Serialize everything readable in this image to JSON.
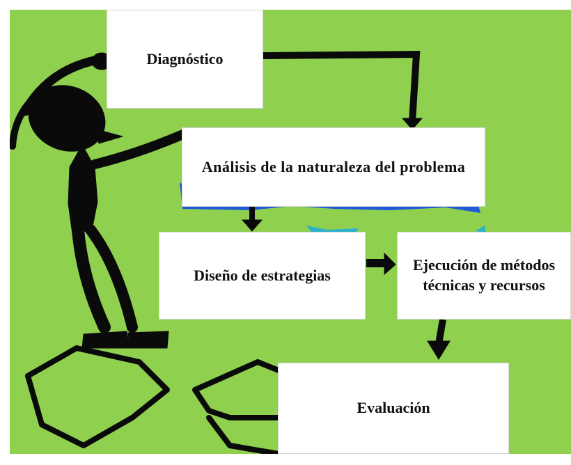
{
  "colors": {
    "background": "#8fd14f",
    "figure": "#0a0a0a",
    "accent_blue": "#1f5bd6",
    "accent_teal": "#2fb2c9",
    "box_fill": "#ffffff",
    "text": "#111111"
  },
  "illustration": {
    "figure_icon": "stick-figure-thinking-icon"
  },
  "diagram": {
    "nodes": {
      "diagnostico": "Diagnóstico",
      "analisis": "Análisis de la naturaleza del problema",
      "diseno": "Diseño de estrategias",
      "ejecucion": "Ejecución de métodos técnicas y recursos",
      "evaluacion": "Evaluación"
    },
    "edges": [
      {
        "from": "diagnostico",
        "to": "analisis"
      },
      {
        "from": "analisis",
        "to": "diseno"
      },
      {
        "from": "diseno",
        "to": "ejecucion"
      },
      {
        "from": "ejecucion",
        "to": "evaluacion"
      }
    ]
  }
}
